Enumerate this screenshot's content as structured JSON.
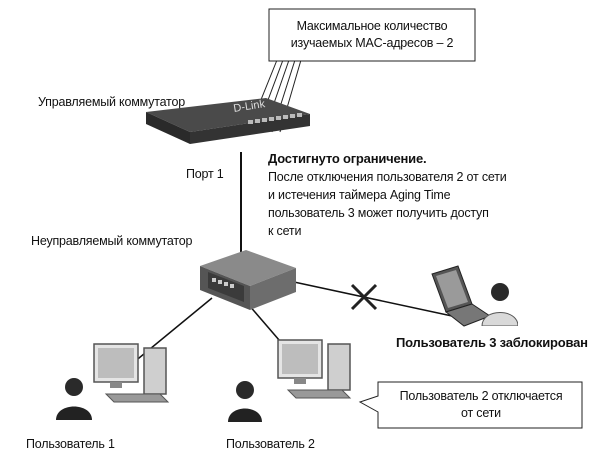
{
  "callout_top": {
    "line1": "Максимальное количество",
    "line2": "изучаемых MAC-адресов – 2"
  },
  "managed_switch": {
    "label": "Управляемый коммутатор",
    "brand": "D-Link",
    "port_label": "Порт 1"
  },
  "notice": {
    "heading": "Достигнуто ограничение.",
    "lines": [
      "После отключения пользователя 2 от сети",
      "и истечения таймера Aging Time",
      "пользователь 3 может получить доступ",
      "к сети"
    ]
  },
  "unmanaged_switch": {
    "label": "Неуправляемый коммутатор"
  },
  "user1": {
    "label": "Пользователь 1"
  },
  "user2": {
    "label": "Пользователь 2"
  },
  "user3": {
    "label": "Пользователь 3 заблокирован"
  },
  "callout_user2": {
    "line1": "Пользователь 2 отключается",
    "line2": "от сети"
  },
  "colors": {
    "ink": "#111111",
    "cross": "#222222"
  }
}
